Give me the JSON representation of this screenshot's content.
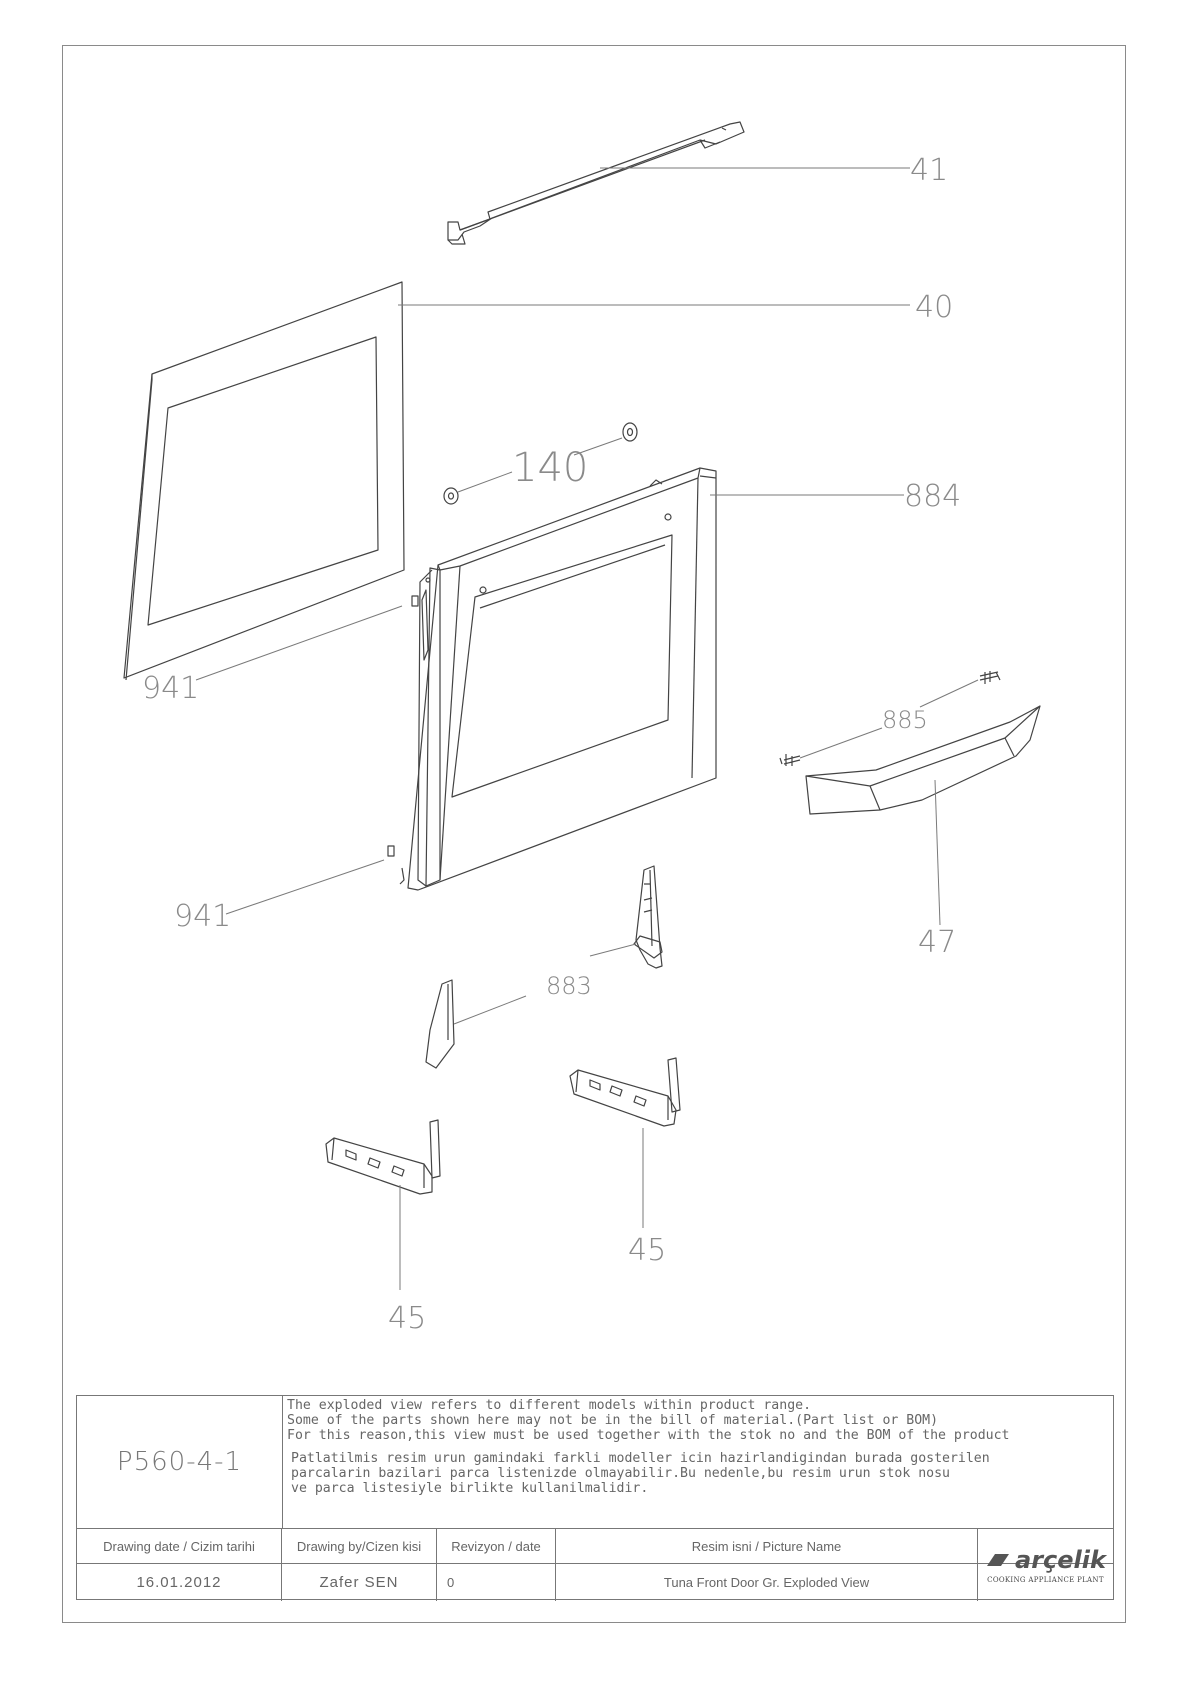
{
  "callouts": {
    "c41": "41",
    "c40": "40",
    "c140": "140",
    "c884": "884",
    "c941a": "941",
    "c885": "885",
    "c941b": "941",
    "c47": "47",
    "c883": "883",
    "c45a": "45",
    "c45b": "45"
  },
  "titleblock": {
    "drawing_code": "P560-4-1",
    "notes_en": [
      "The exploded view refers to different models within product range.",
      "Some of the parts shown here may not be in the bill of material.(Part list or BOM)",
      "For this reason,this view must be used together with the stok no and the BOM of the product"
    ],
    "notes_tr": [
      "Patlatilmis resim urun gamindaki farkli modeller icin hazirlandigindan burada gosterilen",
      "parcalarin bazilari parca listenizde olmayabilir.Bu nedenle,bu resim urun stok nosu",
      "ve parca listesiyle birlikte kullanilmalidir."
    ],
    "headers": {
      "date": "Drawing date / Cizim tarihi",
      "by": "Drawing by/Cizen kisi",
      "rev": "Revizyon / date",
      "name": "Resim isni / Picture Name"
    },
    "values": {
      "date": "16.01.2012",
      "by": "Zafer SEN",
      "rev": "0",
      "name": "Tuna Front Door Gr. Exploded View"
    },
    "logo": {
      "brand": "arçelik",
      "sub": "COOKING APPLIANCE PLANT"
    }
  }
}
